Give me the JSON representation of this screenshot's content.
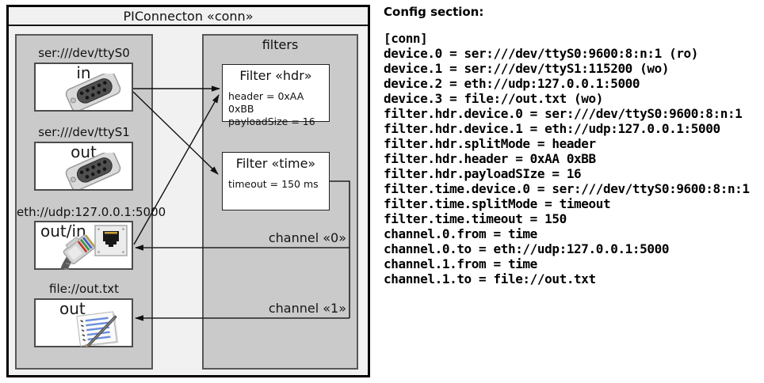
{
  "diagram": {
    "title": "PIConnecton «conn»",
    "devices": [
      {
        "label": "ser:///dev/ttyS0",
        "port": "in",
        "icon": "serial-connector-icon"
      },
      {
        "label": "ser:///dev/ttyS1",
        "port": "out",
        "icon": "serial-connector-icon"
      },
      {
        "label": "eth://udp:127.0.0.1:5000",
        "port": "out/in",
        "icon": "ethernet-connector-icon"
      },
      {
        "label": "file://out.txt",
        "port": "out",
        "icon": "notepad-file-icon"
      }
    ],
    "filters_title": "filters",
    "filters": [
      {
        "title": "Filter «hdr»",
        "attributes": [
          "header = 0xAA 0xBB",
          "payloadSize = 16"
        ]
      },
      {
        "title": "Filter «time»",
        "attributes": [
          "timeout = 150 ms"
        ]
      }
    ],
    "channels": [
      {
        "label": "channel «0»"
      },
      {
        "label": "channel «1»"
      }
    ],
    "connections": [
      {
        "from": "ser:///dev/ttyS0 (in)",
        "to": "Filter «hdr»"
      },
      {
        "from": "ser:///dev/ttyS0 (in)",
        "to": "Filter «time»"
      },
      {
        "from": "eth://udp:127.0.0.1:5000 (out/in)",
        "to": "Filter «hdr»"
      },
      {
        "from": "Filter «time»",
        "to": "eth://udp:127.0.0.1:5000 (out/in)",
        "label": "channel «0»"
      },
      {
        "from": "Filter «time»",
        "to": "file://out.txt (out)",
        "label": "channel «1»"
      }
    ]
  },
  "config": {
    "heading": "Config section:",
    "lines": [
      "[conn]",
      "device.0 = ser:///dev/ttyS0:9600:8:n:1 (ro)",
      "device.1 = ser:///dev/ttyS1:115200 (wo)",
      "device.2 = eth://udp:127.0.0.1:5000",
      "device.3 = file://out.txt (wo)",
      "filter.hdr.device.0 = ser:///dev/ttyS0:9600:8:n:1",
      "filter.hdr.device.1 = eth://udp:127.0.0.1:5000",
      "filter.hdr.splitMode = header",
      "filter.hdr.header = 0xAA 0xBB",
      "filter.hdr.payloadSIze = 16",
      "filter.time.device.0 = ser:///dev/ttyS0:9600:8:n:1",
      "filter.time.splitMode = timeout",
      "filter.time.timeout = 150",
      "channel.0.from = time",
      "channel.0.to = eth://udp:127.0.0.1:5000",
      "channel.1.from = time",
      "channel.1.to = file://out.txt"
    ]
  },
  "colors": {
    "outer_fill": "#f1f1f1",
    "panel_fill": "#cacaca",
    "box_fill": "#ffffff",
    "line": "#111111",
    "border_dark": "#575757"
  }
}
